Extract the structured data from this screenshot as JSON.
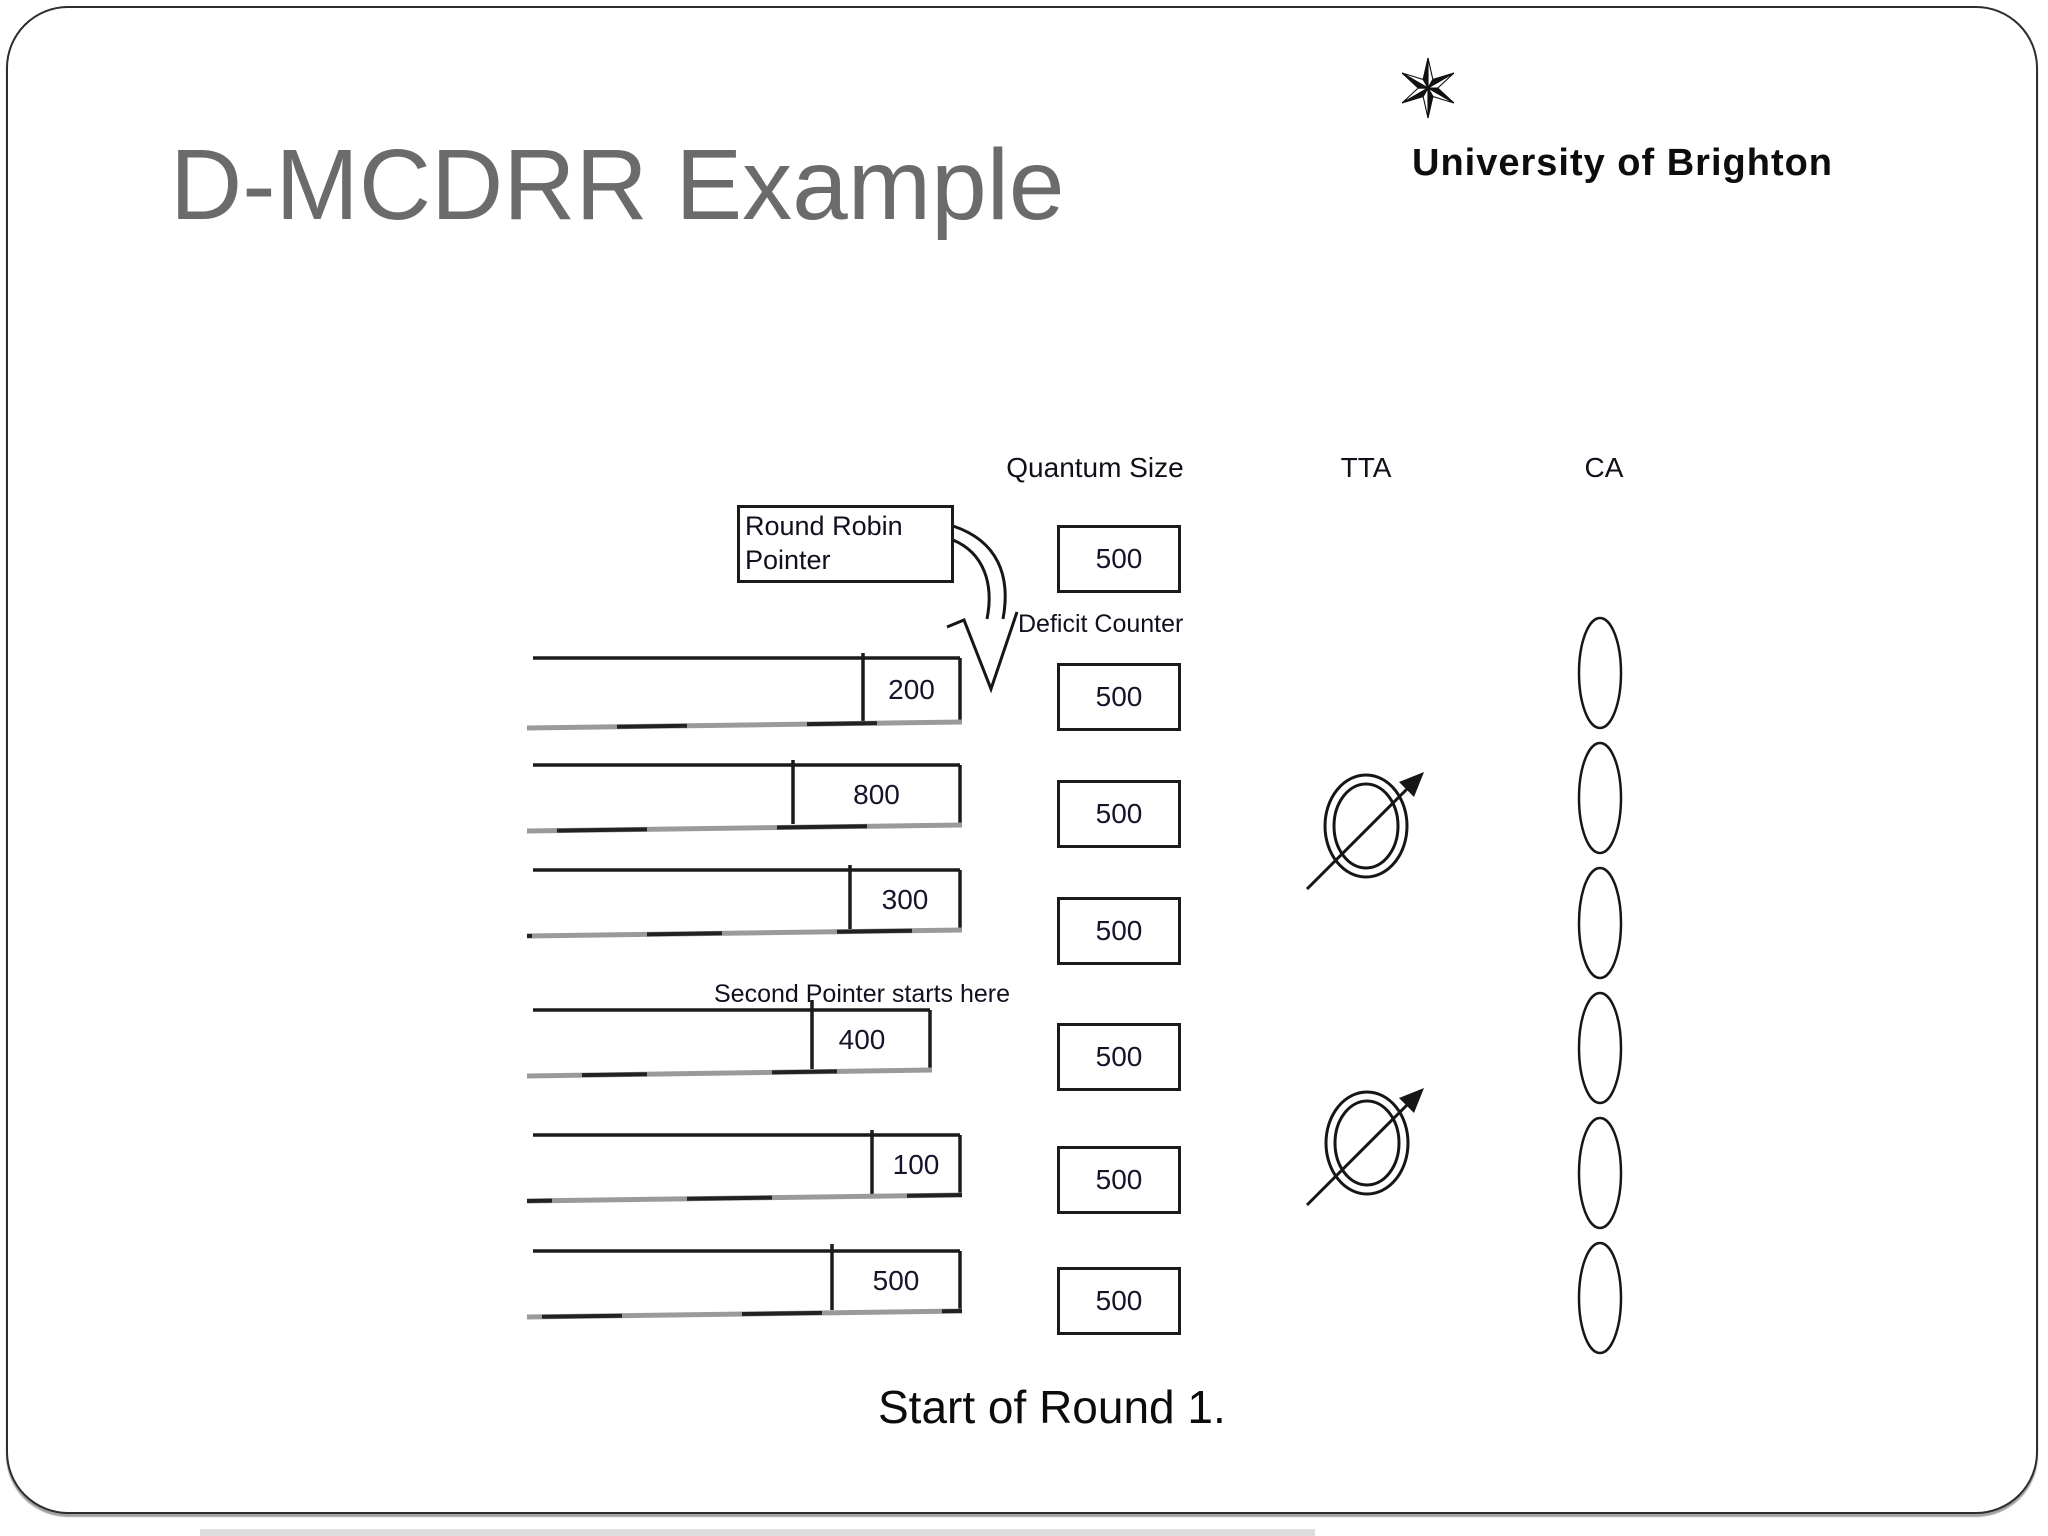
{
  "slide": {
    "title": "D-MCDRR Example",
    "caption": "Start of Round 1."
  },
  "logo": {
    "text": "University of Brighton"
  },
  "headers": {
    "quantum_size": "Quantum Size",
    "tta": "TTA",
    "ca": "CA"
  },
  "annotations": {
    "round_robin_pointer": "Round Robin Pointer",
    "deficit_counter": "Deficit Counter",
    "second_pointer": "Second Pointer starts here"
  },
  "quantum": {
    "size": "500"
  },
  "queues": [
    {
      "packet_size": "200",
      "deficit_counter": "500"
    },
    {
      "packet_size": "800",
      "deficit_counter": "500"
    },
    {
      "packet_size": "300",
      "deficit_counter": "500"
    },
    {
      "packet_size": "400",
      "deficit_counter": "500"
    },
    {
      "packet_size": "100",
      "deficit_counter": "500"
    },
    {
      "packet_size": "500",
      "deficit_counter": "500"
    }
  ],
  "colors": {
    "title": "#6b6b6b",
    "ink": "#1b1b1b",
    "gray_line": "#9a9a9a"
  }
}
